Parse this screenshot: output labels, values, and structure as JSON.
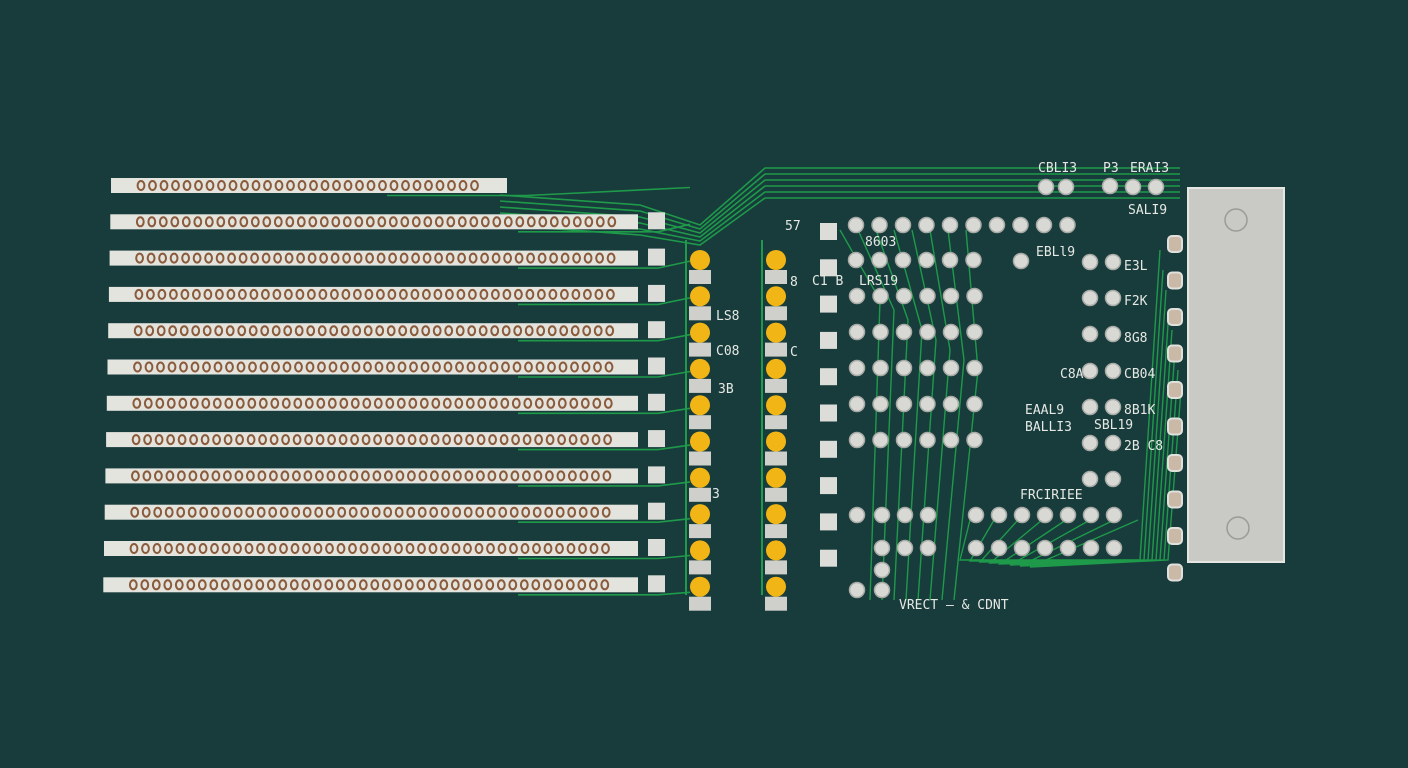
{
  "colors": {
    "background": "#173c3b",
    "trace": "#1f9a4a",
    "strip": "#e4e4df",
    "strip_dots": "#8a5a3a",
    "pad": "#d8d8d4",
    "led": "#f2b516",
    "plate": "#c9cac6"
  },
  "labels": {
    "top_cbl": "CBLI3",
    "top_era": "ERAI3",
    "top_ps": "P3",
    "sal": "SALI9",
    "b603": "8603",
    "n57": "57",
    "ebl": "EBLl9",
    "lrs": "LRS19",
    "c1b": "C1 B",
    "e3l": "E3L",
    "f2k": "F2K",
    "g8s": "8G8",
    "c8a": "C8A",
    "cb04": "CB04",
    "eaal": "EAAL9",
    "balli": "BALLI3",
    "sbl": "SBL19",
    "b81k": "8B1K",
    "b8c8": "2B C8",
    "frcir": "FRCIRIEE",
    "vrect": "VRECT — & CDNT",
    "ls8": "LS8",
    "c08": "C08",
    "s3b": "3B",
    "n3": "3",
    "n8": "8",
    "c": "C"
  }
}
